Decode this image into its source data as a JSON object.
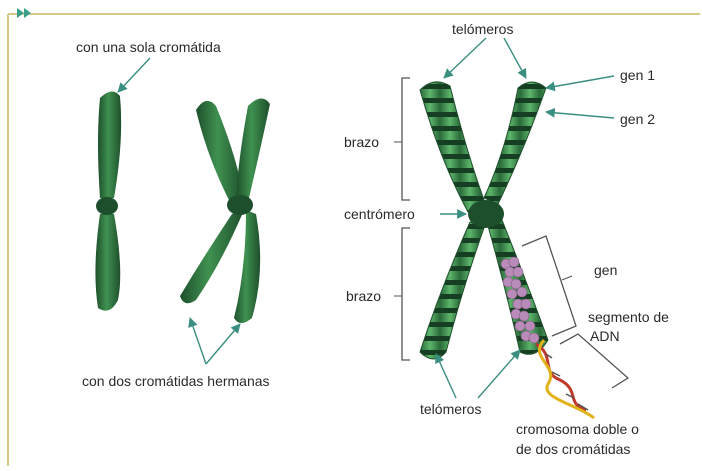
{
  "labels": {
    "single_chromatid": "con una sola cromátida",
    "sister_chromatids": "con dos cromátidas hermanas",
    "telomeres_top": "telómeros",
    "telomeres_bottom": "telómeros",
    "gene1": "gen 1",
    "gene2": "gen 2",
    "arm_top": "brazo",
    "arm_bottom": "brazo",
    "centromere": "centrómero",
    "gene": "gen",
    "dna_segment_line1": "segmento de",
    "dna_segment_line2": "ADN",
    "double_chromosome_line1": "cromosoma doble o",
    "double_chromosome_line2": "de dos cromátidas"
  },
  "colors": {
    "frame": "#d9c88a",
    "corner_arrow": "#3aa08a",
    "chromosome_dark": "#1e4f2c",
    "chromosome_mid": "#2f7a42",
    "chromosome_light": "#4fa35f",
    "band": "#143a1f",
    "leader": "#3a8f80",
    "bracket": "#555555",
    "beads": "#b88bb8",
    "dna_red": "#c0392b",
    "dna_yellow": "#e2b21a"
  }
}
